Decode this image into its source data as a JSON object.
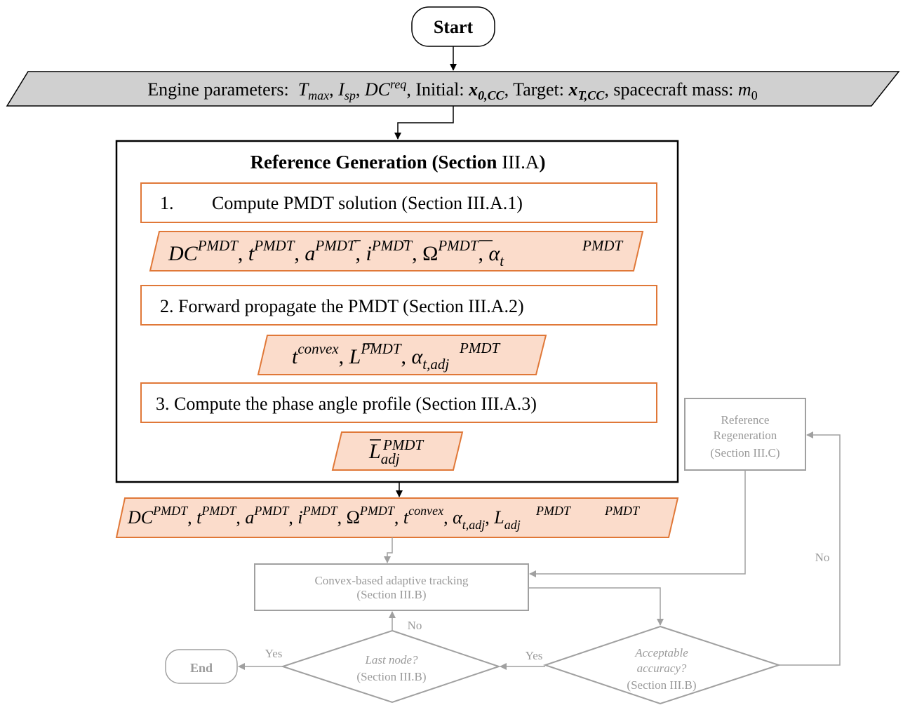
{
  "start": {
    "label": "Start"
  },
  "inputs": {
    "prefix": "Engine parameters:",
    "tmax_base": "T",
    "tmax_sub": "max",
    "isp_base": "I",
    "isp_sub": "sp",
    "dc_base": "DC",
    "dc_sup": "req",
    "initial_label": ", Initial:",
    "x0_base": "x",
    "x0_sub": "0,CC",
    "target_label": ", Target:",
    "xt_base": "x",
    "xt_sub": "T,CC",
    "mass_label": ", spacecraft mass:",
    "m_base": "m",
    "m_sub": "0"
  },
  "reference": {
    "title_bold": "Reference Generation (Section",
    "title_normal": " III.A",
    "title_close": ")",
    "step1_num": "1.",
    "step1": "Compute PMDT solution (Section III.A.1)",
    "step2": "2. Forward propagate the PMDT (Section III.A.2)",
    "step3": "3. Compute the phase angle profile (Section III.A.3)",
    "out1": {
      "dc": "DC",
      "t": "t",
      "a": "a",
      "i": "i",
      "omega": "Ω",
      "alpha": "α",
      "sup": "PMDT",
      "alpha_sub": "t"
    },
    "out2": {
      "t": "t",
      "t_sup": "convex",
      "L": "L",
      "sup": "PMDT",
      "alpha": "α",
      "alpha_sub": "t,adj"
    },
    "out3": {
      "L": "L",
      "sup": "PMDT",
      "sub": "adj"
    }
  },
  "combined": {
    "dc": "DC",
    "t": "t",
    "a": "a",
    "i": "i",
    "omega": "Ω",
    "alpha": "α",
    "L": "L",
    "sup": "PMDT",
    "convex": "convex",
    "adj": "adj",
    "alpha_sub": "t,adj"
  },
  "tracking": {
    "line1": "Convex-based adaptive tracking",
    "line2": "(Section III.B)"
  },
  "regen": {
    "line1": "Reference",
    "line2": "Regeneration",
    "line3": "(Section III.C)"
  },
  "accuracy": {
    "line1": "Acceptable",
    "line2": "accuracy?",
    "line3": "(Section III.B)"
  },
  "lastnode": {
    "line1": "Last node?",
    "line2": "(Section III.B)"
  },
  "end": {
    "label": "End"
  },
  "edges": {
    "no_top": "No",
    "no_right": "No",
    "yes_left": "Yes",
    "yes_mid": "Yes"
  },
  "colors": {
    "orange": "#e07838",
    "orange_fill": "#fbdccb",
    "gray": "#a0a0a0",
    "gray_text": "#9a9a9a",
    "input_fill": "#d0d0d0",
    "black": "#000000"
  }
}
